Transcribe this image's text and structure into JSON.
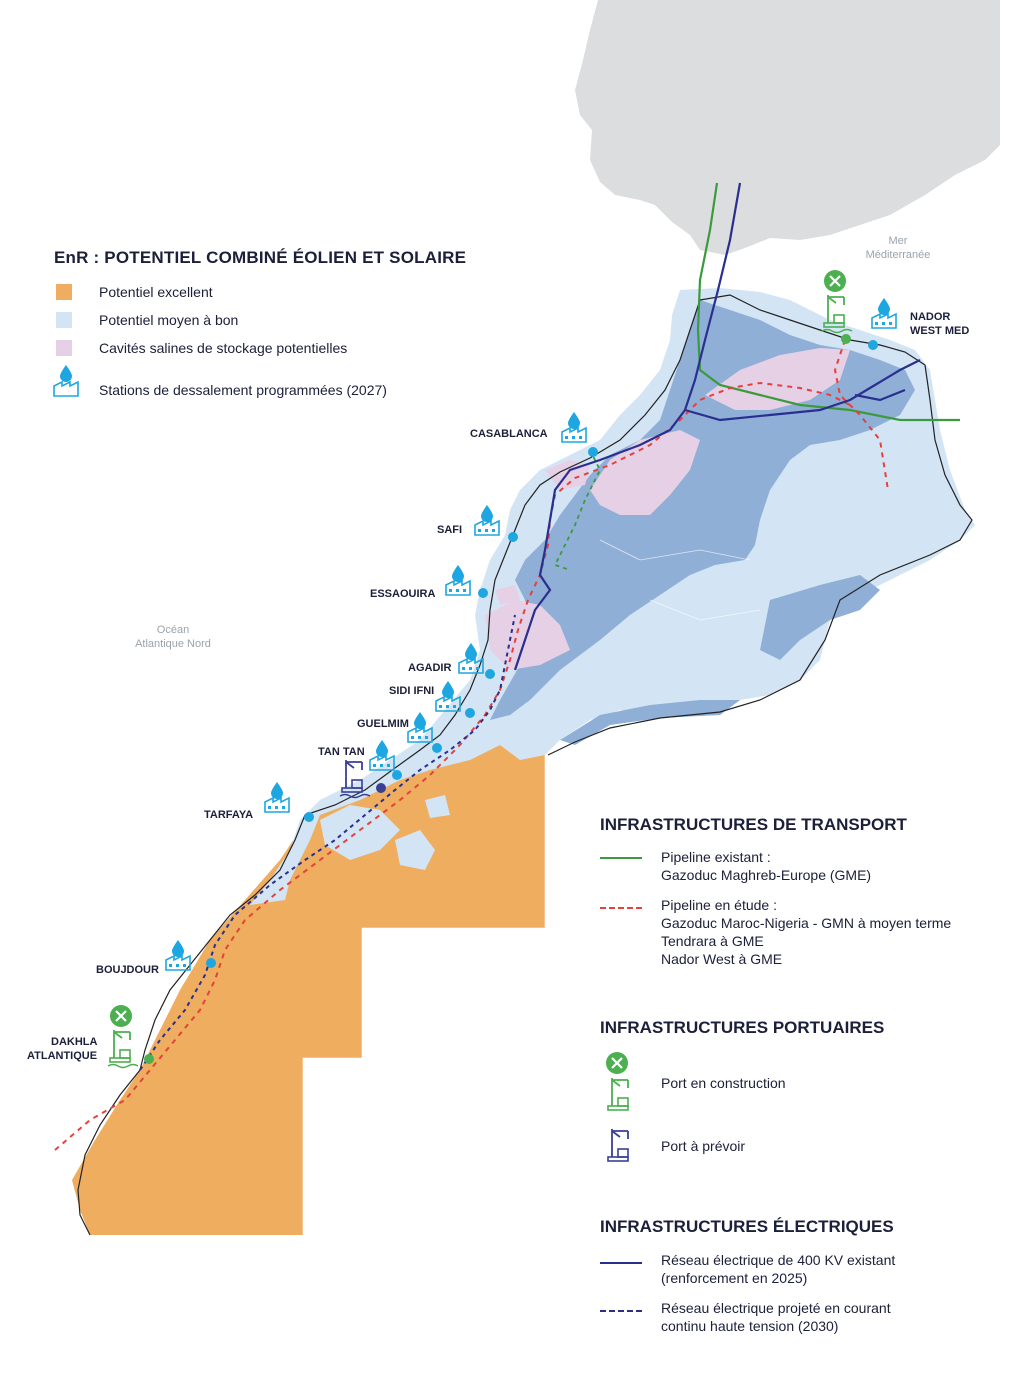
{
  "legend_enr": {
    "title": "EnR : POTENTIEL COMBINÉ ÉOLIEN ET SOLAIRE",
    "items": [
      {
        "label": "Potentiel excellent",
        "color": "#EFAD5F"
      },
      {
        "label": "Potentiel moyen à bon",
        "color": "#D3E5F5"
      },
      {
        "label": "Cavités salines de stockage potentielles",
        "color": "#E6D0E6"
      },
      {
        "label": "Stations de dessalement programmées (2027)",
        "icon": "desalination-station-icon"
      }
    ]
  },
  "sea_labels": {
    "mediterranean": [
      "Mer",
      "Méditerranée"
    ],
    "atlantic": [
      "Océan",
      "Atlantique Nord"
    ]
  },
  "cities": [
    "NADOR",
    "WEST MED",
    "CASABLANCA",
    "SAFI",
    "ESSAOUIRA",
    "AGADIR",
    "SIDI IFNI",
    "GUELMIM",
    "TAN TAN",
    "TARFAYA",
    "BOUJDOUR",
    "DAKHLA",
    "ATLANTIQUE"
  ],
  "transport": {
    "title": "INFRASTRUCTURES DE TRANSPORT",
    "existing": {
      "lines": [
        "Pipeline existant :",
        "Gazoduc Maghreb-Europe (GME)"
      ],
      "color": "#3C9A3E"
    },
    "planned": {
      "lines": [
        "Pipeline en étude :",
        "Gazoduc Maroc-Nigeria - GMN à moyen terme",
        "Tendrara à GME",
        "Nador West à GME"
      ],
      "color": "#E5413A"
    }
  },
  "ports": {
    "title": "INFRASTRUCTURES PORTUAIRES",
    "construction": {
      "label": "Port en construction",
      "icon": "port-construction-icon",
      "color": "#4CAF50"
    },
    "planned": {
      "label": "Port à prévoir",
      "icon": "port-planned-icon",
      "color": "#3A3F95"
    }
  },
  "electric": {
    "title": "INFRASTRUCTURES ÉLECTRIQUES",
    "existing": {
      "lines": [
        "Réseau électrique de 400 KV existant",
        "(renforcement en 2025)"
      ],
      "color": "#2A2F8F"
    },
    "projected": {
      "lines": [
        "Réseau électrique projeté en courant",
        "continu haute tension (2030)"
      ],
      "color": "#2A2F8F"
    }
  },
  "colors": {
    "excellent": "#EFAD5F",
    "medium_light": "#D3E5F5",
    "medium_dark": "#8FAFD6",
    "salt_cavities": "#E6D0E6",
    "iberia": "#DCDDDE",
    "station_blue": "#1EA6E0"
  }
}
